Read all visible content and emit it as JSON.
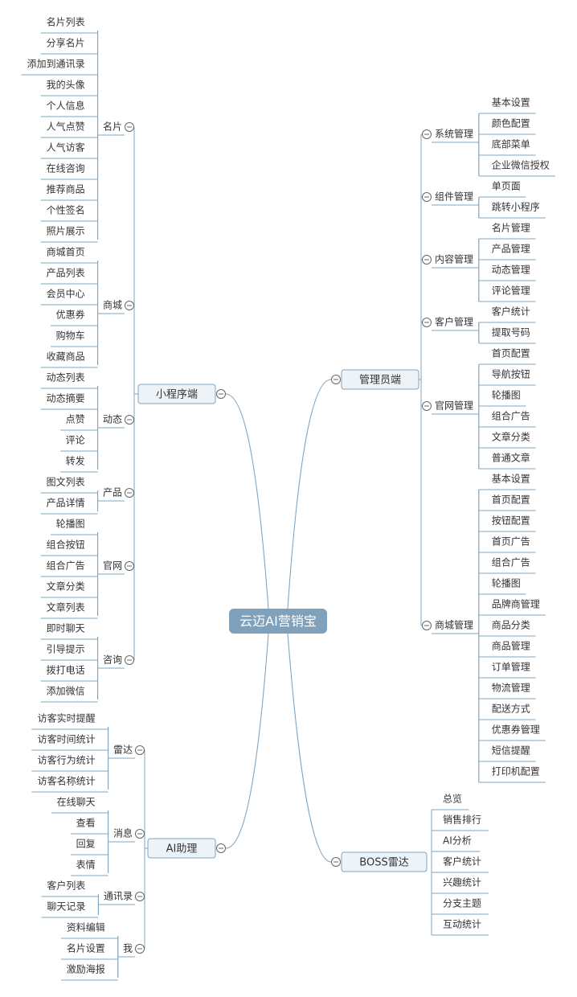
{
  "root": {
    "label": "云迈AI营销宝"
  },
  "colors": {
    "line": "#7fa6c2",
    "root_fill": "#7fa1bb",
    "root_text": "#ffffff",
    "box_fill": "#eef3f8",
    "box_border": "#7fa6c2",
    "text": "#333333",
    "collapse_circle": "#666666"
  },
  "branches": [
    {
      "label": "小程序端",
      "groups": [
        {
          "label": "名片",
          "items": [
            "名片列表",
            "分享名片",
            "添加到通讯录",
            "我的头像",
            "个人信息",
            "人气点赞",
            "人气访客",
            "在线咨询",
            "推荐商品",
            "个性签名",
            "照片展示"
          ]
        },
        {
          "label": "商城",
          "items": [
            "商城首页",
            "产品列表",
            "会员中心",
            "优惠券",
            "购物车",
            "收藏商品"
          ]
        },
        {
          "label": "动态",
          "items": [
            "动态列表",
            "动态摘要",
            "点赞",
            "评论",
            "转发"
          ]
        },
        {
          "label": "产品",
          "items": [
            "图文列表",
            "产品详情"
          ]
        },
        {
          "label": "官网",
          "items": [
            "轮播图",
            "组合按钮",
            "组合广告",
            "文章分类",
            "文章列表"
          ]
        },
        {
          "label": "咨询",
          "items": [
            "即时聊天",
            "引导提示",
            "拨打电话",
            "添加微信"
          ]
        }
      ]
    },
    {
      "label": "AI助理",
      "groups": [
        {
          "label": "雷达",
          "items": [
            "访客实时提醒",
            "访客时间统计",
            "访客行为统计",
            "访客名称统计"
          ]
        },
        {
          "label": "消息",
          "items": [
            "在线聊天",
            "查看",
            "回复",
            "表情"
          ]
        },
        {
          "label": "通讯录",
          "items": [
            "客户列表",
            "聊天记录"
          ]
        },
        {
          "label": "我",
          "items": [
            "资料编辑",
            "名片设置",
            "激励海报"
          ]
        }
      ]
    },
    {
      "label": "管理员端",
      "groups": [
        {
          "label": "系统管理",
          "items": [
            "基本设置",
            "颜色配置",
            "底部菜单",
            "企业微信授权"
          ]
        },
        {
          "label": "组件管理",
          "items": [
            "单页面",
            "跳转小程序"
          ]
        },
        {
          "label": "内容管理",
          "items": [
            "名片管理",
            "产品管理",
            "动态管理",
            "评论管理"
          ]
        },
        {
          "label": "客户管理",
          "items": [
            "客户统计",
            "提取号码"
          ]
        },
        {
          "label": "官网管理",
          "items": [
            "首页配置",
            "导航按钮",
            "轮播图",
            "组合广告",
            "文章分类",
            "普通文章"
          ]
        },
        {
          "label": "商城管理",
          "items": [
            "基本设置",
            "首页配置",
            "按钮配置",
            "首页广告",
            "组合广告",
            "轮播图",
            "品牌商管理",
            "商品分类",
            "商品管理",
            "订单管理",
            "物流管理",
            "配送方式",
            "优惠券管理",
            "短信提醒",
            "打印机配置"
          ]
        }
      ]
    },
    {
      "label": "BOSS雷达",
      "items": [
        "总览",
        "销售排行",
        "AI分析",
        "客户统计",
        "兴趣统计",
        "分支主题",
        "互动统计"
      ]
    }
  ]
}
